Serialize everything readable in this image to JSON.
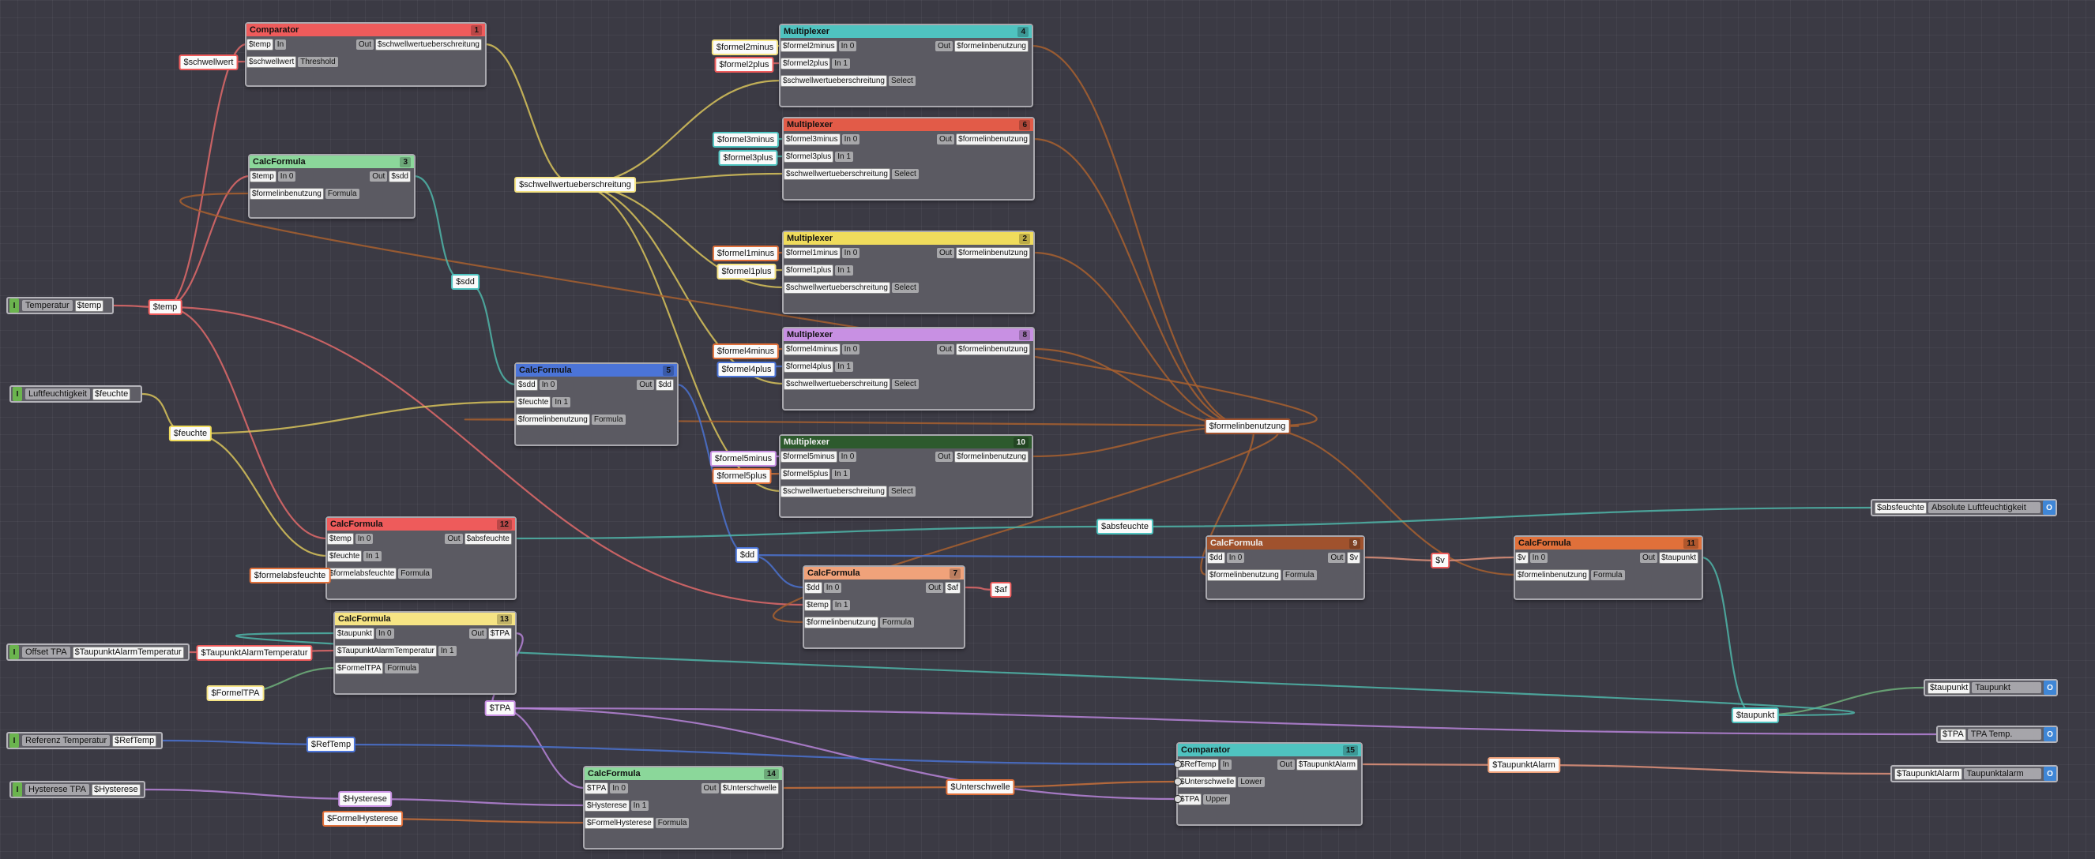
{
  "colors": {
    "red": "#ee5b5b",
    "green": "#8bd79a",
    "blue": "#4b74d8",
    "teal": "#4fc3c0",
    "tomato": "#e25b48",
    "yellow": "#f0dc5c",
    "violet": "#c890e3",
    "darkgreen": "#2d5a2d",
    "salmon": "#f0a27a",
    "brown": "#a0522d",
    "orange": "#e0703a",
    "lightyellow": "#f6e484"
  },
  "nodes": [
    {
      "id": "n1",
      "type": "Comparator",
      "num": "1",
      "color": "#ee5b5b",
      "inputs": [
        {
          "v": "$temp",
          "t": "In"
        },
        {
          "v": "$schwellwert",
          "t": "Threshold"
        }
      ],
      "output": {
        "t": "Out",
        "v": "$schwellwertueberschreitung"
      }
    },
    {
      "id": "n3",
      "type": "CalcFormula",
      "num": "3",
      "color": "#8bd79a",
      "inputs": [
        {
          "v": "$temp",
          "t": "In 0"
        },
        {
          "v": "$formelinbenutzung",
          "t": "Formula"
        }
      ],
      "output": {
        "t": "Out",
        "v": "$sdd"
      }
    },
    {
      "id": "n4",
      "type": "Multiplexer",
      "num": "4",
      "color": "#4fc3c0",
      "inputs": [
        {
          "v": "$formel2minus",
          "t": "In 0"
        },
        {
          "v": "$formel2plus",
          "t": "In 1"
        },
        {
          "v": "$schwellwertueberschreitung",
          "t": "Select"
        }
      ],
      "output": {
        "t": "Out",
        "v": "$formelinbenutzung"
      }
    },
    {
      "id": "n6",
      "type": "Multiplexer",
      "num": "6",
      "color": "#e25b48",
      "inputs": [
        {
          "v": "$formel3minus",
          "t": "In 0"
        },
        {
          "v": "$formel3plus",
          "t": "In 1"
        },
        {
          "v": "$schwellwertueberschreitung",
          "t": "Select"
        }
      ],
      "output": {
        "t": "Out",
        "v": "$formelinbenutzung"
      }
    },
    {
      "id": "n2",
      "type": "Multiplexer",
      "num": "2",
      "color": "#f0dc5c",
      "inputs": [
        {
          "v": "$formel1minus",
          "t": "In 0"
        },
        {
          "v": "$formel1plus",
          "t": "In 1"
        },
        {
          "v": "$schwellwertueberschreitung",
          "t": "Select"
        }
      ],
      "output": {
        "t": "Out",
        "v": "$formelinbenutzung"
      }
    },
    {
      "id": "n8",
      "type": "Multiplexer",
      "num": "8",
      "color": "#c890e3",
      "inputs": [
        {
          "v": "$formel4minus",
          "t": "In 0"
        },
        {
          "v": "$formel4plus",
          "t": "In 1"
        },
        {
          "v": "$schwellwertueberschreitung",
          "t": "Select"
        }
      ],
      "output": {
        "t": "Out",
        "v": "$formelinbenutzung"
      }
    },
    {
      "id": "n10",
      "type": "Multiplexer",
      "num": "10",
      "color": "#2d5a2d",
      "inputs": [
        {
          "v": "$formel5minus",
          "t": "In 0"
        },
        {
          "v": "$formel5plus",
          "t": "In 1"
        },
        {
          "v": "$schwellwertueberschreitung",
          "t": "Select"
        }
      ],
      "output": {
        "t": "Out",
        "v": "$formelinbenutzung"
      }
    },
    {
      "id": "n5",
      "type": "CalcFormula",
      "num": "5",
      "color": "#4b74d8",
      "inputs": [
        {
          "v": "$sdd",
          "t": "In 0"
        },
        {
          "v": "$feuchte",
          "t": "In 1"
        },
        {
          "v": "$formelinbenutzung",
          "t": "Formula"
        }
      ],
      "output": {
        "t": "Out",
        "v": "$dd"
      }
    },
    {
      "id": "n12",
      "type": "CalcFormula",
      "num": "12",
      "color": "#ee5b5b",
      "inputs": [
        {
          "v": "$temp",
          "t": "In 0"
        },
        {
          "v": "$feuchte",
          "t": "In 1"
        },
        {
          "v": "$formelabsfeuchte",
          "t": "Formula"
        }
      ],
      "output": {
        "t": "Out",
        "v": "$absfeuchte"
      }
    },
    {
      "id": "n7",
      "type": "CalcFormula",
      "num": "7",
      "color": "#f0a27a",
      "inputs": [
        {
          "v": "$dd",
          "t": "In 0"
        },
        {
          "v": "$temp",
          "t": "In 1"
        },
        {
          "v": "$formelinbenutzung",
          "t": "Formula"
        }
      ],
      "output": {
        "t": "Out",
        "v": "$af"
      }
    },
    {
      "id": "n9",
      "type": "CalcFormula",
      "num": "9",
      "color": "#a0522d",
      "inputs": [
        {
          "v": "$dd",
          "t": "In 0"
        },
        {
          "v": "$formelinbenutzung",
          "t": "Formula"
        }
      ],
      "output": {
        "t": "Out",
        "v": "$v"
      }
    },
    {
      "id": "n11",
      "type": "CalcFormula",
      "num": "11",
      "color": "#e0703a",
      "inputs": [
        {
          "v": "$v",
          "t": "In 0"
        },
        {
          "v": "$formelinbenutzung",
          "t": "Formula"
        }
      ],
      "output": {
        "t": "Out",
        "v": "$taupunkt"
      }
    },
    {
      "id": "n13",
      "type": "CalcFormula",
      "num": "13",
      "color": "#f6e484",
      "inputs": [
        {
          "v": "$taupunkt",
          "t": "In 0"
        },
        {
          "v": "$TaupunktAlarmTemperatur",
          "t": "In 1"
        },
        {
          "v": "$FormelTPA",
          "t": "Formula"
        }
      ],
      "output": {
        "t": "Out",
        "v": "$TPA"
      }
    },
    {
      "id": "n14",
      "type": "CalcFormula",
      "num": "14",
      "color": "#8bd79a",
      "inputs": [
        {
          "v": "$TPA",
          "t": "In 0"
        },
        {
          "v": "$Hysterese",
          "t": "In 1"
        },
        {
          "v": "$FormelHysterese",
          "t": "Formula"
        }
      ],
      "output": {
        "t": "Out",
        "v": "$Unterschwelle"
      }
    },
    {
      "id": "n15",
      "type": "Comparator",
      "num": "15",
      "color": "#4fc3c0",
      "inputs": [
        {
          "v": "$RefTemp",
          "t": "In"
        },
        {
          "v": "$Unterschwelle",
          "t": "Lower"
        },
        {
          "v": "$TPA",
          "t": "Upper"
        }
      ],
      "output": {
        "t": "Out",
        "v": "$TaupunktAlarm"
      }
    }
  ],
  "input_nodes": [
    {
      "id": "i-temp",
      "badge": "I",
      "label": "Temperatur",
      "v": "$temp"
    },
    {
      "id": "i-feuchte",
      "badge": "I",
      "label": "Luftfeuchtigkeit",
      "v": "$feuchte"
    },
    {
      "id": "i-offset",
      "badge": "I",
      "label": "Offset TPA",
      "v": "$TaupunktAlarmTemperatur"
    },
    {
      "id": "i-ref",
      "badge": "I",
      "label": "Referenz Temperatur",
      "v": "$RefTemp"
    },
    {
      "id": "i-hyst",
      "badge": "I",
      "label": "Hysterese TPA",
      "v": "$Hysterese"
    }
  ],
  "output_nodes": [
    {
      "id": "o-abs",
      "v": "$absfeuchte",
      "label": "Absolute Luftfeuchtigkeit",
      "badge": "O"
    },
    {
      "id": "o-tp",
      "v": "$taupunkt",
      "label": "Taupunkt",
      "badge": "O"
    },
    {
      "id": "o-tpa",
      "v": "$TPA",
      "label": "TPA Temp.",
      "badge": "O"
    },
    {
      "id": "o-alarm",
      "v": "$TaupunktAlarm",
      "label": "Taupunktalarm",
      "badge": "O"
    }
  ],
  "pills": [
    {
      "id": "p-schwellwert",
      "v": "$schwellwert"
    },
    {
      "id": "p-temp",
      "v": "$temp"
    },
    {
      "id": "p-feuchte",
      "v": "$feuchte"
    },
    {
      "id": "p-sdd",
      "v": "$sdd"
    },
    {
      "id": "p-dd",
      "v": "$dd"
    },
    {
      "id": "p-swu",
      "v": "$schwellwertueberschreitung"
    },
    {
      "id": "p-f2m",
      "v": "$formel2minus"
    },
    {
      "id": "p-f2p",
      "v": "$formel2plus"
    },
    {
      "id": "p-f3m",
      "v": "$formel3minus"
    },
    {
      "id": "p-f3p",
      "v": "$formel3plus"
    },
    {
      "id": "p-f1m",
      "v": "$formel1minus"
    },
    {
      "id": "p-f1p",
      "v": "$formel1plus"
    },
    {
      "id": "p-f4m",
      "v": "$formel4minus"
    },
    {
      "id": "p-f4p",
      "v": "$formel4plus"
    },
    {
      "id": "p-f5m",
      "v": "$formel5minus"
    },
    {
      "id": "p-f5p",
      "v": "$formel5plus"
    },
    {
      "id": "p-fib",
      "v": "$formelinbenutzung"
    },
    {
      "id": "p-absfeuchte",
      "v": "$absfeuchte"
    },
    {
      "id": "p-fabs",
      "v": "$formelabsfeuchte"
    },
    {
      "id": "p-af",
      "v": "$af"
    },
    {
      "id": "p-v",
      "v": "$v"
    },
    {
      "id": "p-tpaat",
      "v": "$TaupunktAlarmTemperatur"
    },
    {
      "id": "p-ftpa",
      "v": "$FormelTPA"
    },
    {
      "id": "p-tpa",
      "v": "$TPA"
    },
    {
      "id": "p-reftemp",
      "v": "$RefTemp"
    },
    {
      "id": "p-hyst",
      "v": "$Hysterese"
    },
    {
      "id": "p-fhyst",
      "v": "$FormelHysterese"
    },
    {
      "id": "p-unter",
      "v": "$Unterschwelle"
    },
    {
      "id": "p-taupunkt",
      "v": "$taupunkt"
    },
    {
      "id": "p-tpalarm",
      "v": "$TaupunktAlarm"
    }
  ]
}
